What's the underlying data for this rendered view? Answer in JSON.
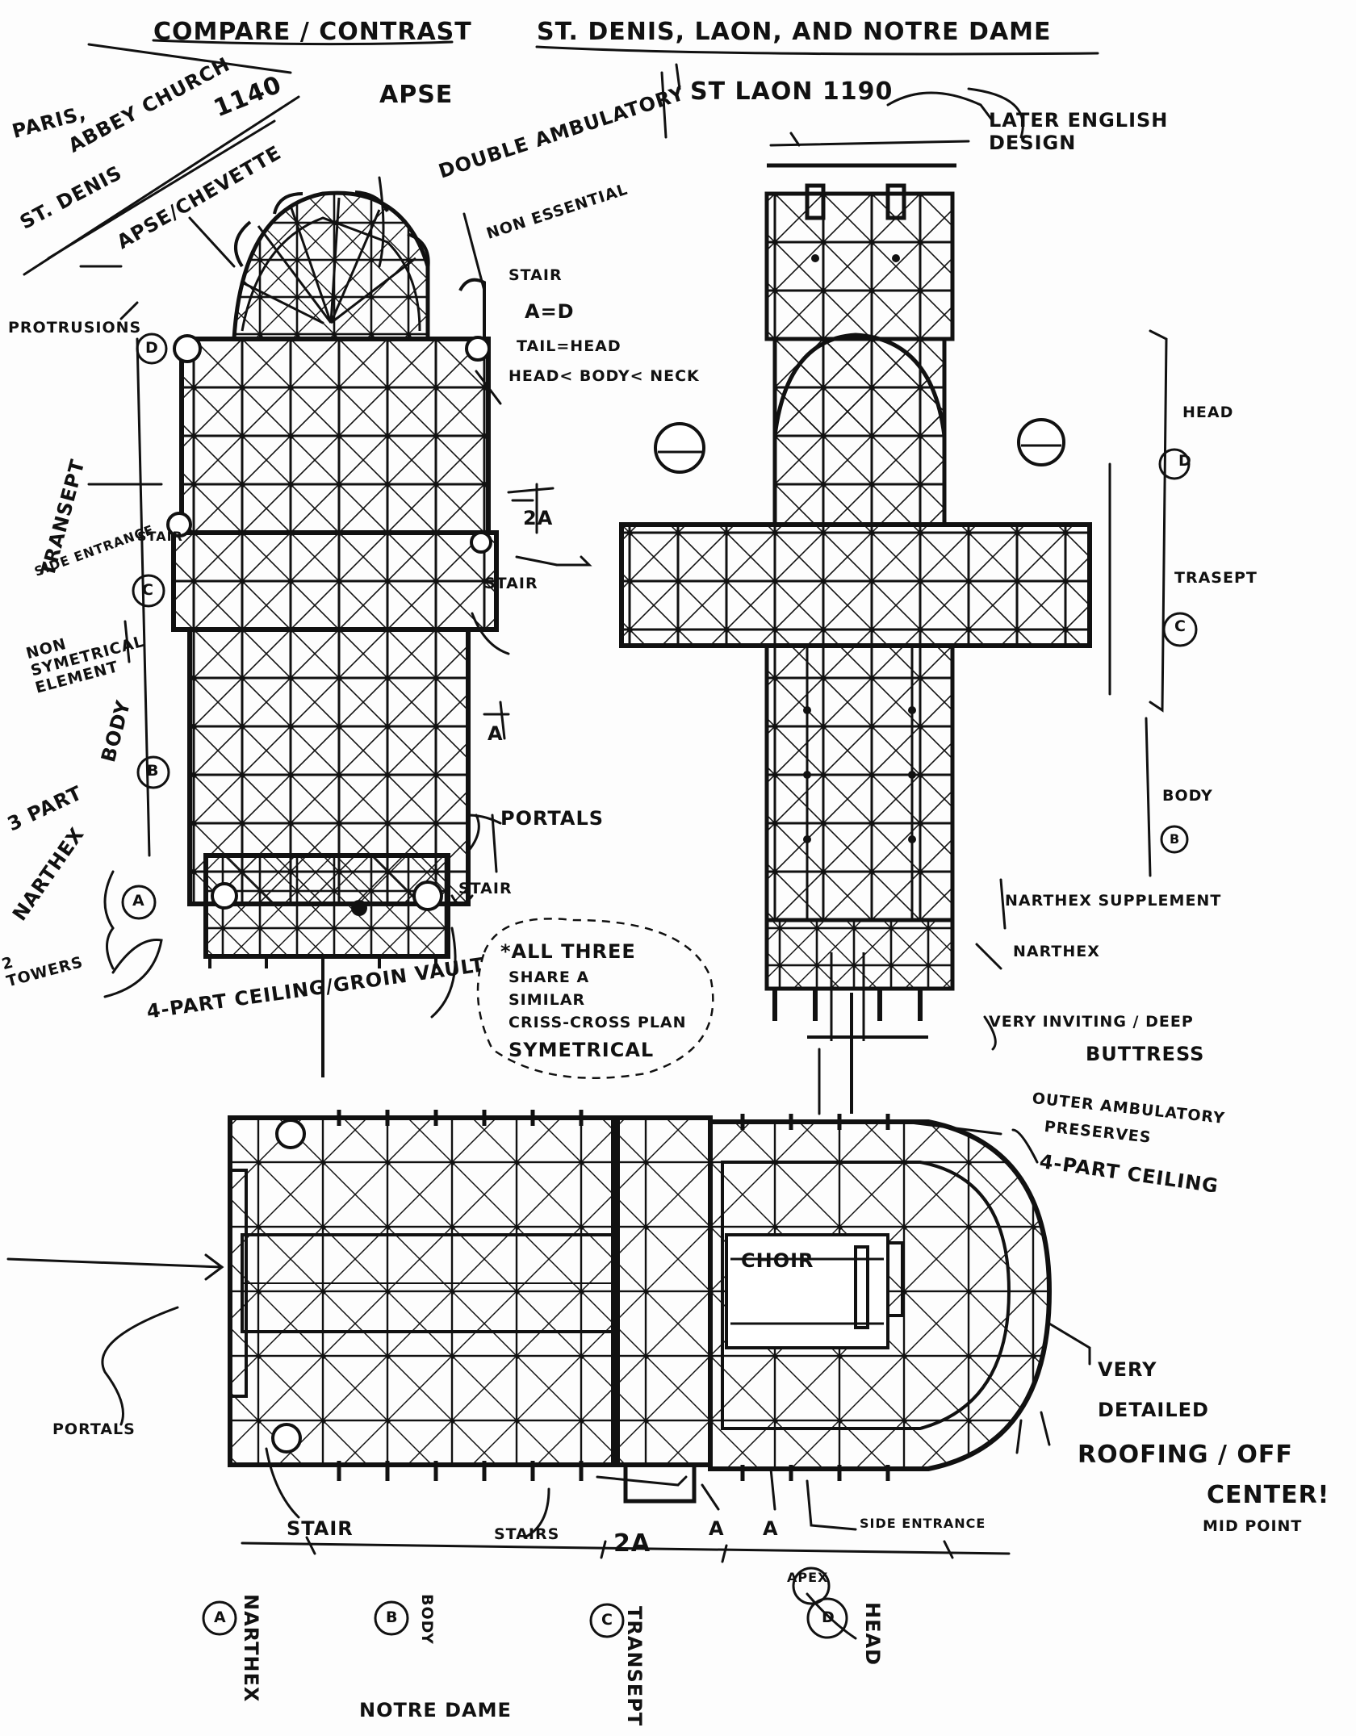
{
  "header": {
    "left": "COMPARE / CONTRAST",
    "right": "ST. DENIS, LAON, AND NOTRE DAME"
  },
  "st_denis": {
    "place": "PARIS,",
    "name1": "ABBEY CHURCH",
    "year": "1140",
    "name2": "ST. DENIS",
    "apse_top": "APSE",
    "apse_chevette": "APSE/CHEVETTE",
    "double_ambulatory": "DOUBLE AMBULATORY",
    "non_essential": "NON ESSENTIAL",
    "stair_top": "STAIR",
    "a_eq_d": "A=D",
    "tail_head": "TAIL=HEAD",
    "head_body_neck": "HEAD< BODY< NECK",
    "protrusions": "PROTRUSIONS",
    "mark_d": "D",
    "transept": "TRANSEPT",
    "side_entrance": "SIDE ENTRANCE",
    "stair_side": "STAIR",
    "mark_c": "C",
    "stair_mid": "STAIR",
    "dim_2a": "2A",
    "non_symmetrical": "NON SYMETRICAL ELEMENT",
    "body": "BODY",
    "mark_b": "B",
    "dim_a": "A",
    "three_part": "3 PART",
    "narthex": "NARTHEX",
    "mark_a": "A",
    "portals": "PORTALS",
    "stair_bottom": "STAIR",
    "two_towers": "2 TOWERS",
    "ceiling": "4-PART CEILING/GROIN VAULT"
  },
  "note": {
    "line1": "*ALL THREE",
    "line2": "SHARE A",
    "line3": "SIMILAR",
    "line4": "CRISS-CROSS PLAN",
    "line5": "SYMETRICAL"
  },
  "laon": {
    "title": "ST LAON 1190",
    "later_english": "LATER ENGLISH DESIGN",
    "head": "HEAD",
    "mark_d": "D",
    "transept": "TRASEPT",
    "mark_c": "C",
    "body": "BODY",
    "mark_b": "B",
    "narthex_supplement": "NARTHEX SUPPLEMENT",
    "narthex": "NARTHEX",
    "very_inviting": "VERY INVITING / DEEP",
    "buttress": "BUTTRESS"
  },
  "notre_dame": {
    "outer_ambulatory": "OUTER AMBULATORY",
    "preserves": "PRESERVES",
    "four_part": "4-PART CEILING",
    "choir": "CHOIR",
    "very": "VERY",
    "detailed": "DETAILED",
    "roofing": "ROOFING / OFF",
    "center": "CENTER!",
    "mid_point": "MID POINT",
    "portals": "PORTALS",
    "stair": "STAIR",
    "stairs": "STAIRS",
    "side_entrance": "SIDE ENTRANCE",
    "dim_2a": "2A",
    "dim_a1": "A",
    "dim_a2": "A",
    "mark_a": "A",
    "narthex": "NARTHEX",
    "mark_b": "B",
    "body": "BODY",
    "mark_c": "C",
    "transept": "TRANSEPT",
    "mark_d": "D",
    "head": "HEAD",
    "apex": "APEX",
    "title": "NOTRE DAME"
  }
}
